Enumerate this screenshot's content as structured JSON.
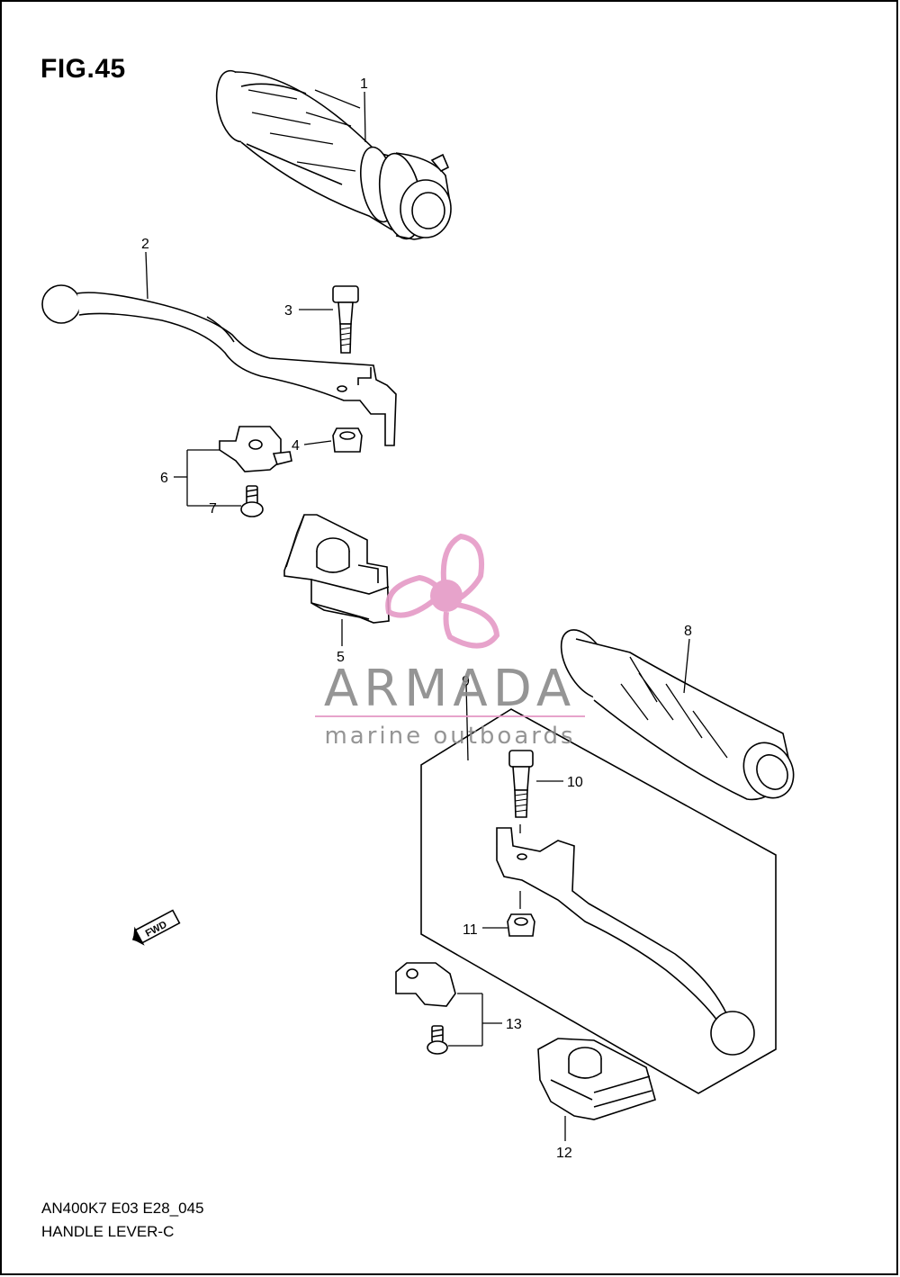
{
  "figure": {
    "title": "FIG.45",
    "code": "AN400K7 E03 E28_045",
    "name": "HANDLE LEVER-C"
  },
  "callouts": [
    "1",
    "2",
    "3",
    "4",
    "5",
    "6",
    "7",
    "8",
    "9",
    "10",
    "11",
    "12",
    "13"
  ],
  "watermark": {
    "brand": "ARMADA",
    "tagline": "marine outboards",
    "accent_color": "#e59ac6"
  },
  "direction_marker": {
    "label": "FWD"
  }
}
